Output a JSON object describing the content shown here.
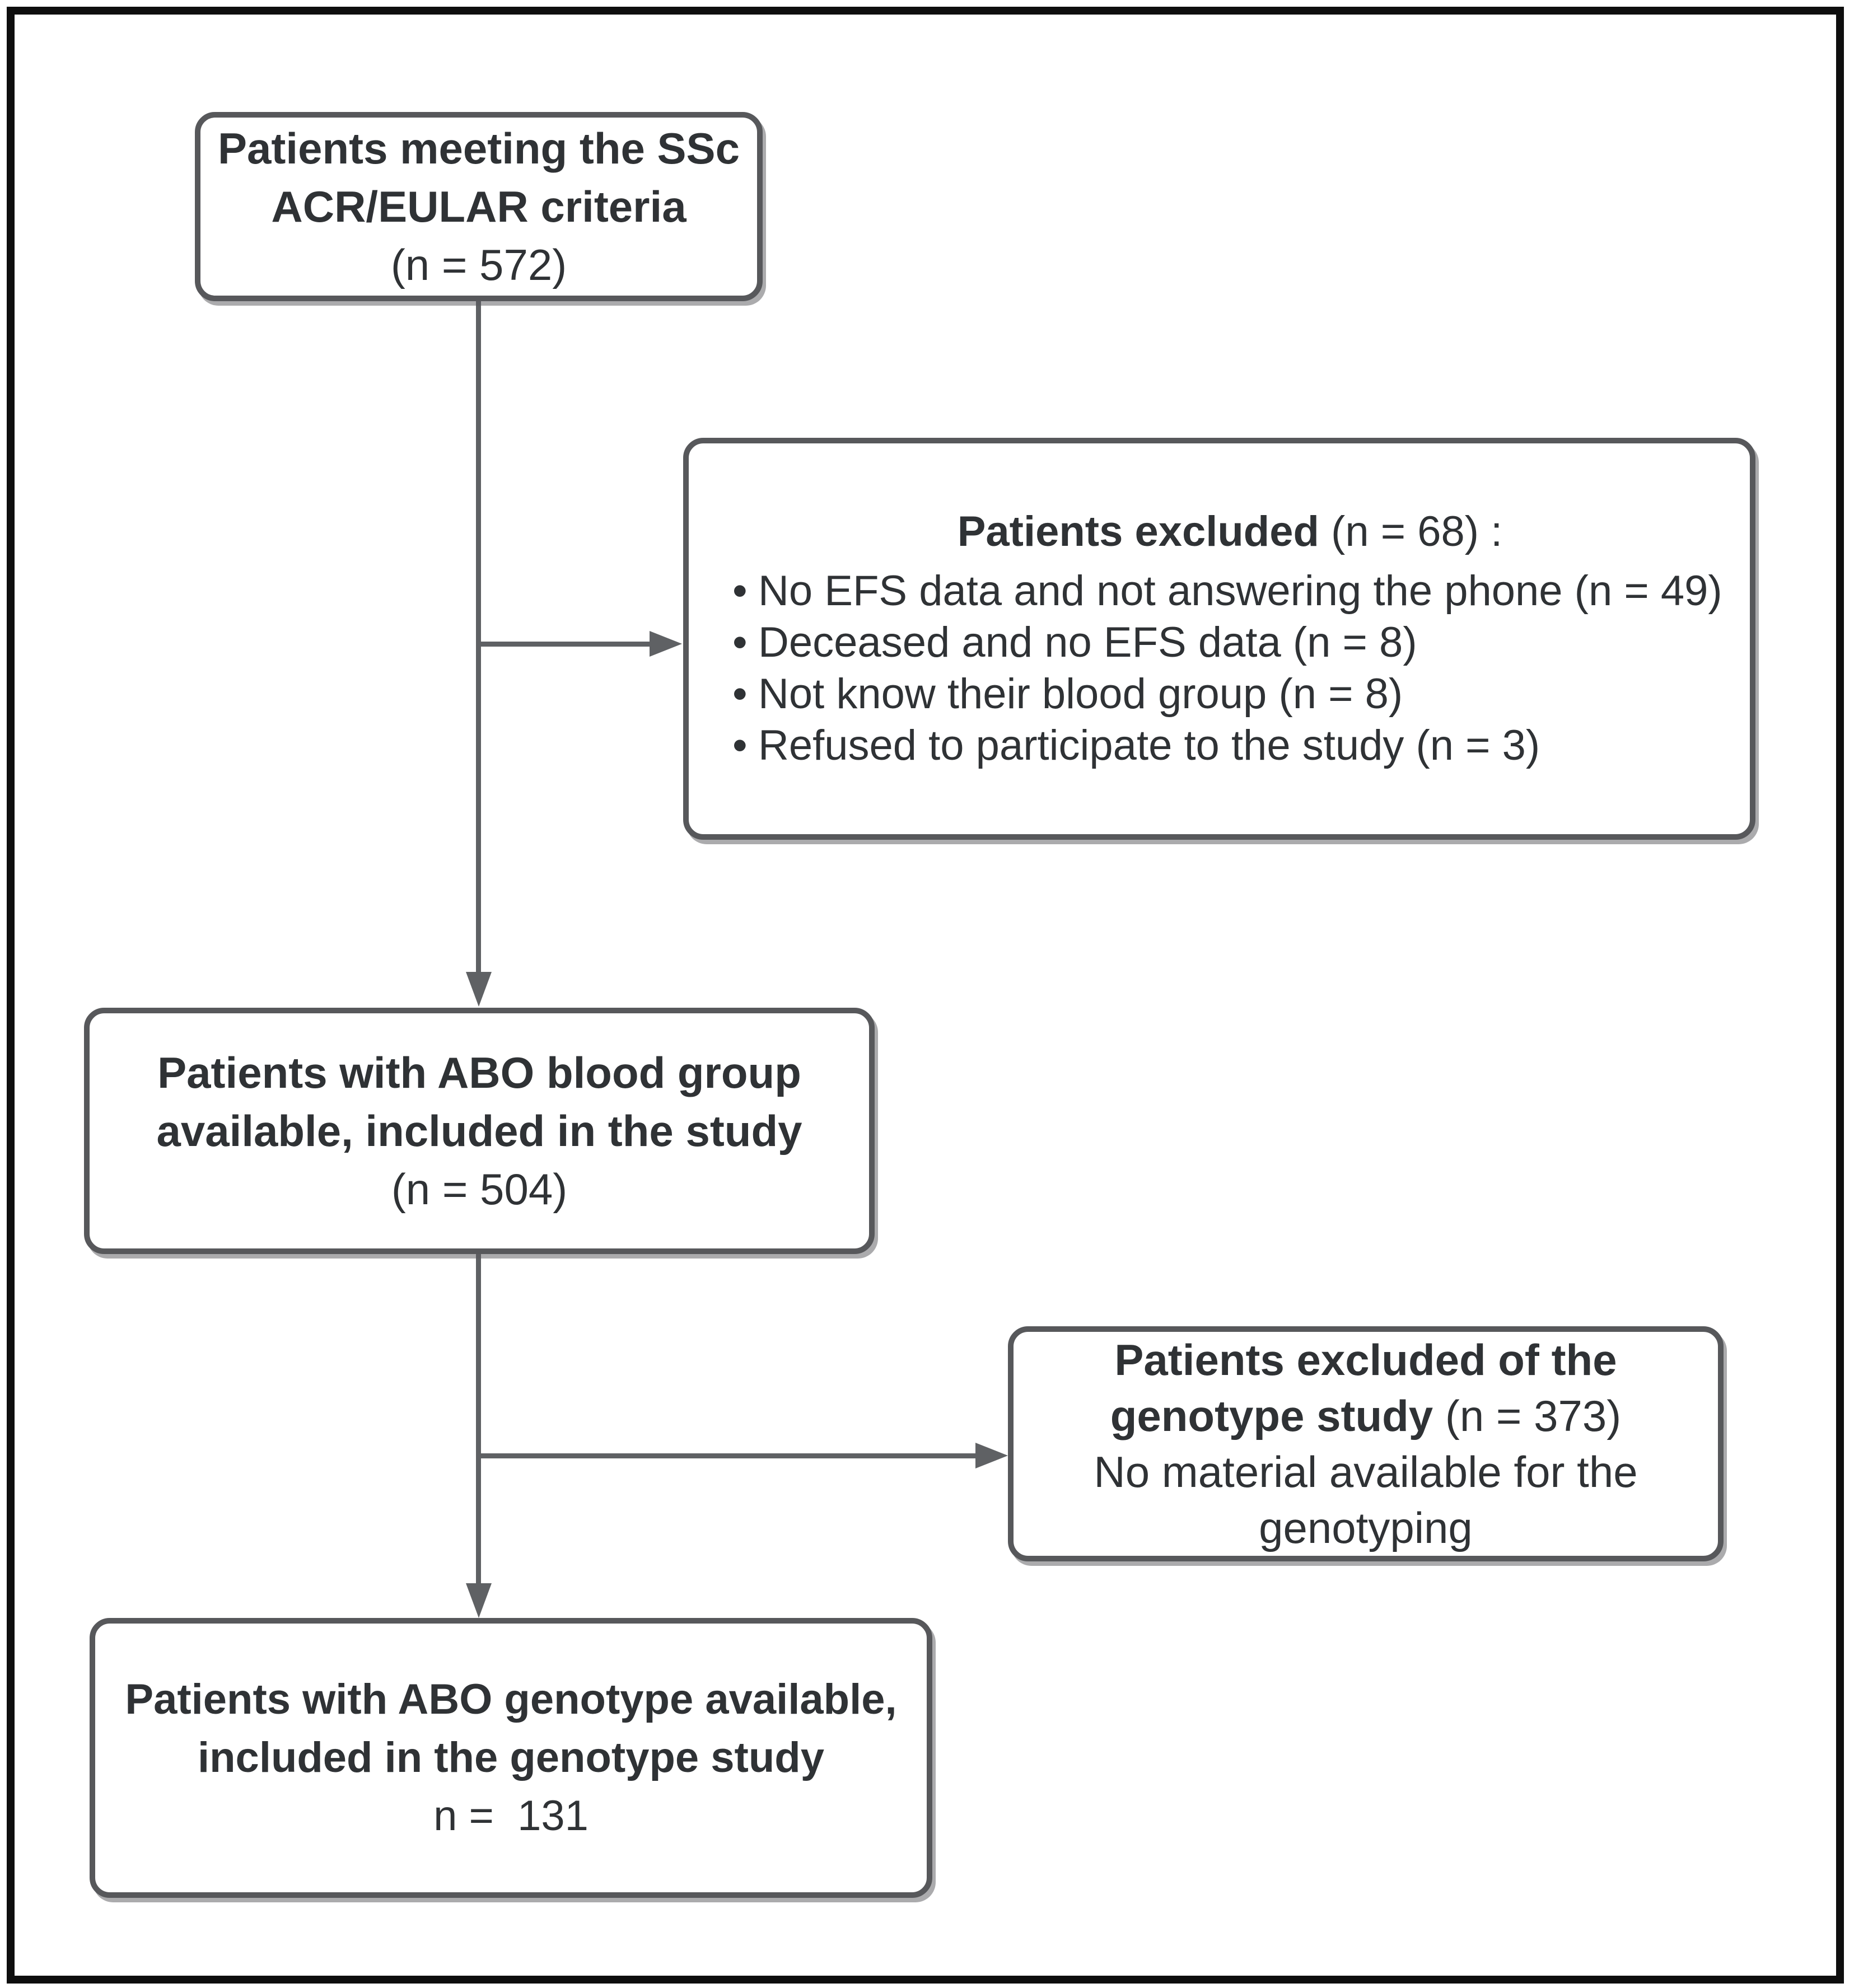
{
  "diagram": {
    "colors": {
      "border": "#57585b",
      "line": "#5f6164",
      "text": "#2f3235",
      "frame": "#0e0e0e",
      "shadow": "rgba(87,88,91,0.5)"
    },
    "boxes": {
      "top": {
        "line1": "Patients meeting the SSc",
        "line2": "ACR/EULAR criteria",
        "count": "(n = 572)"
      },
      "excluded1": {
        "title_bold": "Patients excluded",
        "title_rest": " (n = 68) :",
        "bullets": [
          "No EFS data and not answering the phone (n = 49)",
          "Deceased and no EFS data (n = 8)",
          "Not know their blood group (n = 8)",
          "Refused to participate to the study (n = 3)"
        ]
      },
      "middle": {
        "line1": "Patients with ABO blood group",
        "line2": "available, included in the study",
        "count": "(n = 504)"
      },
      "excluded2": {
        "line1_bold": "Patients excluded of the",
        "line2_bold": "genotype study",
        "line2_rest": " (n = 373)",
        "line3": "No material available for the",
        "line4": "genotyping"
      },
      "bottom": {
        "line1": "Patients with ABO genotype available,",
        "line2": "included in the genotype study",
        "count": "n =  131"
      }
    }
  }
}
